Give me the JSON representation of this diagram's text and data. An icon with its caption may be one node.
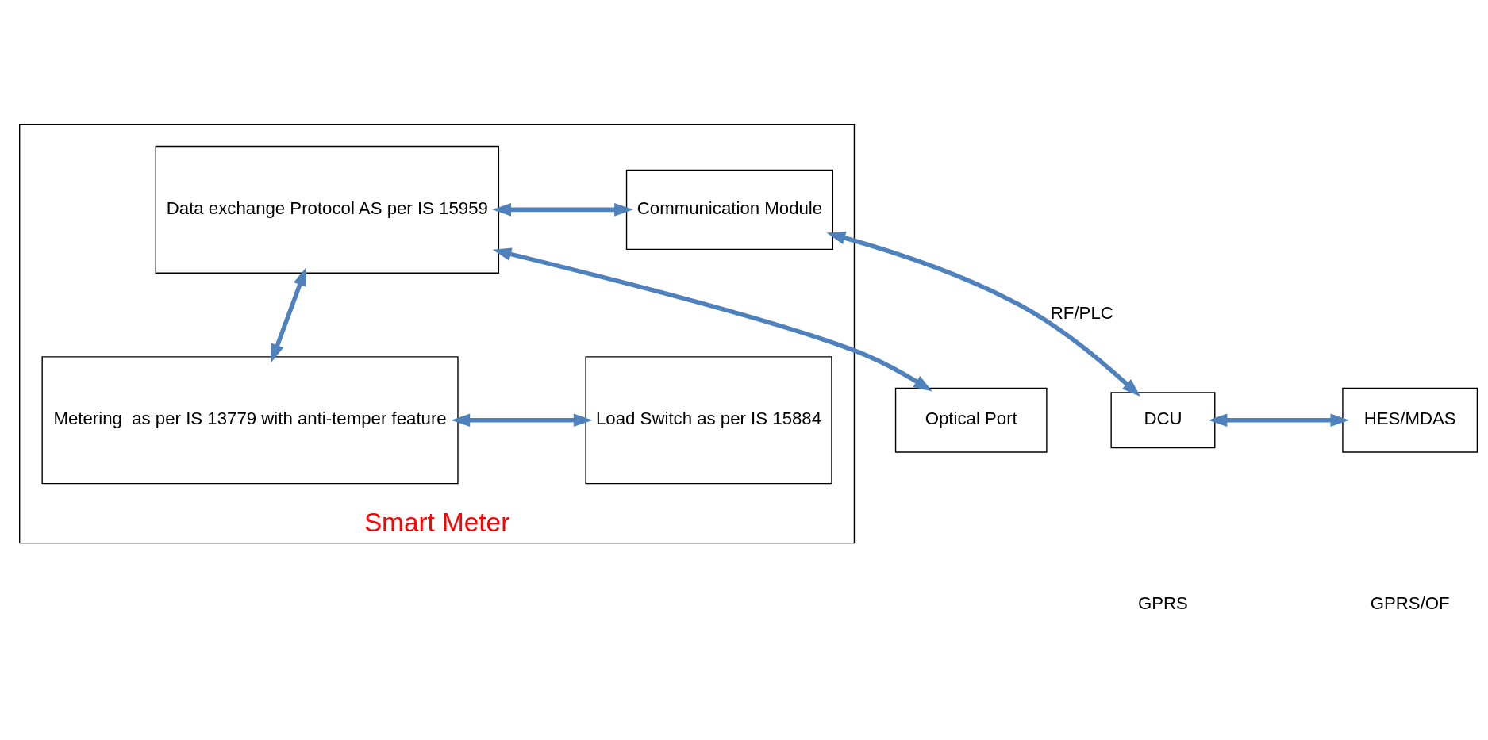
{
  "diagram": {
    "nodes": [
      {
        "text": [
          "Smart Meter"
        ]
      },
      {
        "text": [
          "Data exchange Protocol AS per IS 15959"
        ],
        "in": 0
      },
      {
        "text": [
          "Communication Module"
        ],
        "in": 0
      },
      {
        "text": [
          "Metering  as per IS 13779 with anti-temper feature"
        ],
        "in": 0
      },
      {
        "text": [
          "Load Switch as per IS 15884"
        ],
        "in": 0
      },
      {
        "text": [
          "Optical Port"
        ]
      },
      {
        "text": [
          "DCU"
        ]
      },
      {
        "text": [
          "HES/MDAS"
        ]
      }
    ],
    "edges": [
      {
        "from": 1,
        "to": 5,
        "arrow": "both"
      },
      {
        "from": 1,
        "to": 2,
        "arrow": "both"
      },
      {
        "from": 2,
        "to": 6,
        "arrow": "both",
        "label": "RF/PLC"
      },
      {
        "from": 6,
        "to": 7,
        "arrow": "both"
      },
      {
        "from": 1,
        "to": 3,
        "arrow": "both"
      },
      {
        "from": 3,
        "to": 4,
        "arrow": "both"
      }
    ],
    "labels": [
      "GPRS/OF",
      "GPRS"
    ]
  }
}
